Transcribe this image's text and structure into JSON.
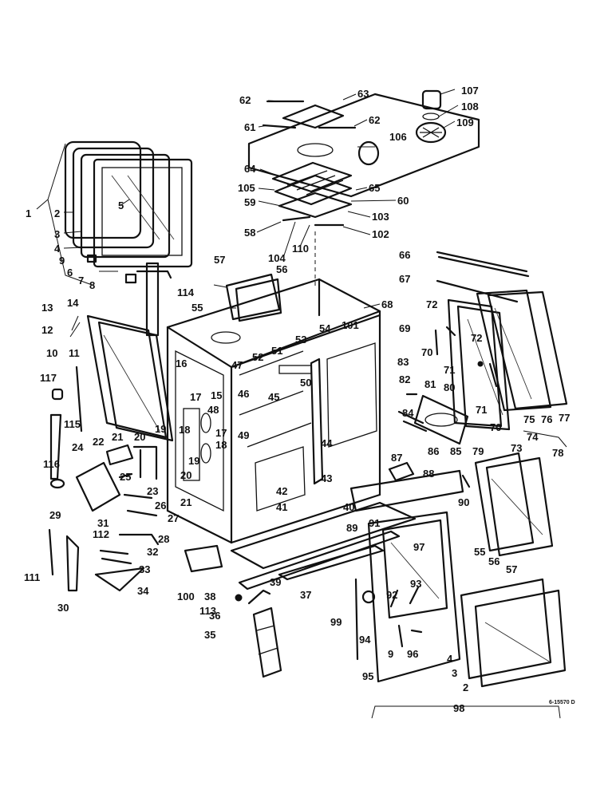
{
  "reference_code": "6-15570 D",
  "callouts": [
    "1",
    "2",
    "3",
    "4",
    "5",
    "6",
    "7",
    "8",
    "9",
    "10",
    "11",
    "12",
    "13",
    "14",
    "15",
    "16",
    "17",
    "18",
    "19",
    "20",
    "21",
    "22",
    "23",
    "24",
    "25",
    "26",
    "27",
    "28",
    "29",
    "30",
    "31",
    "32",
    "33",
    "34",
    "35",
    "36",
    "37",
    "38",
    "39",
    "40",
    "41",
    "42",
    "43",
    "44",
    "45",
    "46",
    "47",
    "48",
    "49",
    "50",
    "51",
    "52",
    "53",
    "54",
    "55",
    "56",
    "57",
    "58",
    "59",
    "60",
    "61",
    "62",
    "63",
    "64",
    "65",
    "66",
    "67",
    "68",
    "69",
    "70",
    "71",
    "72",
    "73",
    "74",
    "75",
    "76",
    "77",
    "78",
    "79",
    "80",
    "81",
    "82",
    "83",
    "84",
    "85",
    "86",
    "87",
    "88",
    "89",
    "90",
    "91",
    "92",
    "93",
    "94",
    "95",
    "96",
    "97",
    "98",
    "99",
    "100",
    "101",
    "102",
    "103",
    "104",
    "105",
    "106",
    "107",
    "108",
    "109",
    "110",
    "111",
    "112",
    "113",
    "114",
    "115",
    "116",
    "117"
  ]
}
